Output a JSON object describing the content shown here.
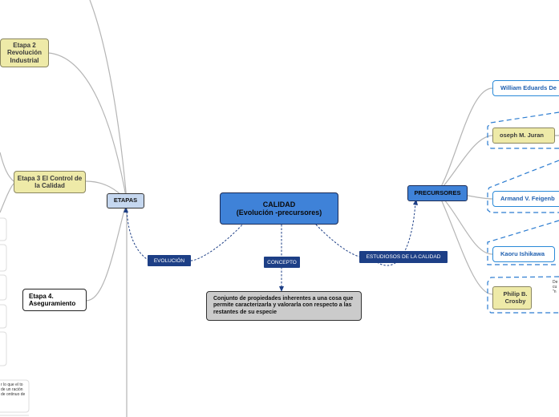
{
  "center": {
    "title": "CALIDAD",
    "subtitle": "(Evolución -precursores)"
  },
  "etapas": "ETAPAS",
  "precursores": "PRECURSORES",
  "labels": {
    "evolucion": "EVOLUCIÓN",
    "concepto": "CONCEPTO",
    "estudiosos": "ESTUDIOSOS DE LA CALIDAD"
  },
  "concept_text": "Conjunto de propiedades inherentes a una cosa que permite caracterizarla y valorarla con respecto a las restantes de su especie",
  "stages": [
    "Etapa 2 Revolución Industrial",
    "Etapa 3  El Control de la Calidad",
    "Etapa 4. Aseguramiento"
  ],
  "people": [
    "William Eduards De",
    "oseph M. Juran",
    "Armand V. Feigenb",
    "Kaoru Ishikawa",
    "Philip B. Crosby"
  ],
  "clipped_text": {
    "left": "r lo que el to de un ración de ontinuo de",
    "right": "De cu \"n"
  }
}
